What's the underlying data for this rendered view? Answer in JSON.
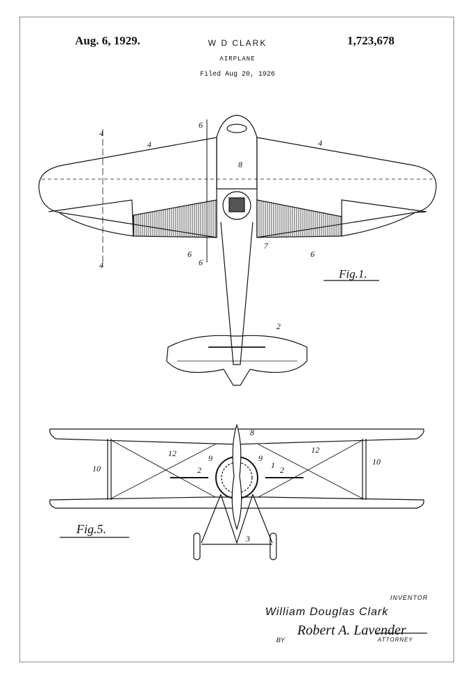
{
  "header": {
    "date": "Aug. 6, 1929.",
    "inventor_short": "W D CLARK",
    "title": "AIRPLANE",
    "filed": "Filed Aug  20, 1926",
    "patent_number": "1,723,678"
  },
  "figures": {
    "fig1": {
      "caption": "Fig.1.",
      "labels": {
        "a": "4",
        "b": "4",
        "c": "4",
        "d": "4",
        "e": "8",
        "f": "6",
        "g": "6",
        "h": "6",
        "i": "6",
        "j": "7",
        "k": "2"
      }
    },
    "fig5": {
      "caption": "Fig.5.",
      "labels": {
        "a": "8",
        "b": "12",
        "c": "12",
        "d": "9",
        "e": "9",
        "f": "1",
        "g": "2",
        "h": "2",
        "i": "10",
        "j": "10",
        "k": "3"
      }
    }
  },
  "footer": {
    "inventor_label": "INVENTOR",
    "inventor_name": "William Douglas Clark",
    "by": "BY",
    "signature": "Robert A. Lavender",
    "attorney_label": "ATTORNEY"
  }
}
